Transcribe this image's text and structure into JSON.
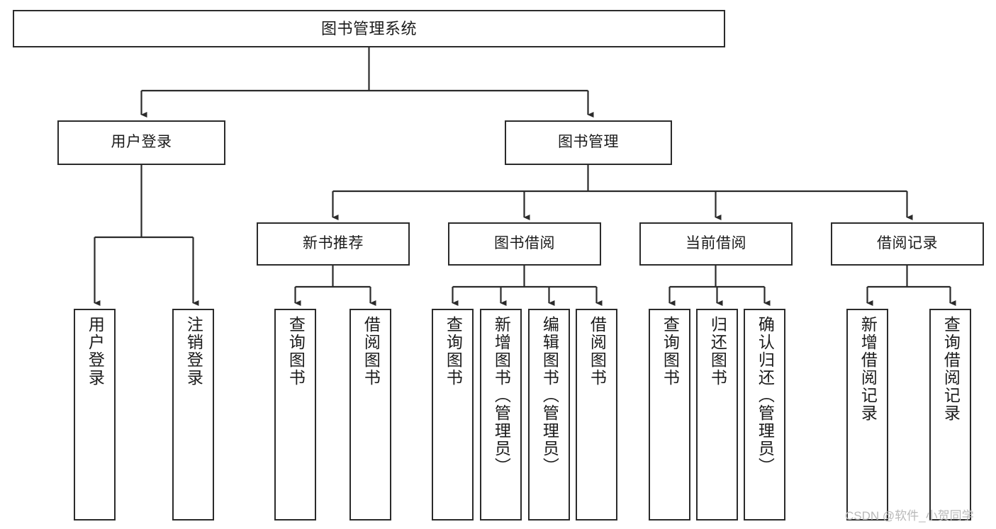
{
  "diagram": {
    "title": "图书管理系统",
    "type": "hierarchy-tree",
    "watermark": "CSDN @软件_小贺同学",
    "colors": {
      "stroke": "#2b2b2b",
      "fill": "#ffffff",
      "text": "#1b1b1b",
      "watermark": "#b9b9b9"
    },
    "levels": {
      "level0": [
        {
          "id": "root",
          "label": "图书管理系统"
        }
      ],
      "level1": [
        {
          "id": "user-login",
          "label": "用户登录"
        },
        {
          "id": "book-manage",
          "label": "图书管理"
        }
      ],
      "level2": [
        {
          "id": "new-book-recommend",
          "label": "新书推荐"
        },
        {
          "id": "book-borrow",
          "label": "图书借阅"
        },
        {
          "id": "current-borrow",
          "label": "当前借阅"
        },
        {
          "id": "borrow-record",
          "label": "借阅记录"
        }
      ],
      "leaves": {
        "user-login": [
          {
            "id": "leaf-user-login",
            "label": "用户登录"
          },
          {
            "id": "leaf-user-logout",
            "label": "注销登录"
          }
        ],
        "new-book-recommend": [
          {
            "id": "leaf-query-book-1",
            "label": "查询图书"
          },
          {
            "id": "leaf-borrow-book-1",
            "label": "借阅图书"
          }
        ],
        "book-borrow": [
          {
            "id": "leaf-query-book-2",
            "label": "查询图书"
          },
          {
            "id": "leaf-add-book",
            "label": "新增图书（管理员）"
          },
          {
            "id": "leaf-edit-book",
            "label": "编辑图书（管理员）"
          },
          {
            "id": "leaf-borrow-book-2",
            "label": "借阅图书"
          }
        ],
        "current-borrow": [
          {
            "id": "leaf-query-book-3",
            "label": "查询图书"
          },
          {
            "id": "leaf-return-book",
            "label": "归还图书"
          },
          {
            "id": "leaf-confirm-return",
            "label": "确认归还（管理员）"
          }
        ],
        "borrow-record": [
          {
            "id": "leaf-add-record",
            "label": "新增借阅记录"
          },
          {
            "id": "leaf-query-record",
            "label": "查询借阅记录"
          }
        ]
      }
    }
  }
}
